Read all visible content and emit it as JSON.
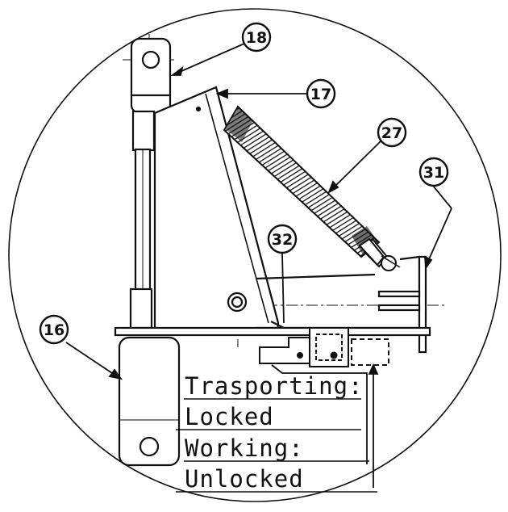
{
  "figure": {
    "callouts": {
      "c18": "18",
      "c17": "17",
      "c27": "27",
      "c31": "31",
      "c32": "32",
      "c16": "16"
    },
    "notes": {
      "transporting": "Trasporting:",
      "locked": "Locked",
      "working": "Working:",
      "unlocked": "Unlocked"
    }
  },
  "colors": {
    "ink": "#111111",
    "paper": "#ffffff"
  }
}
